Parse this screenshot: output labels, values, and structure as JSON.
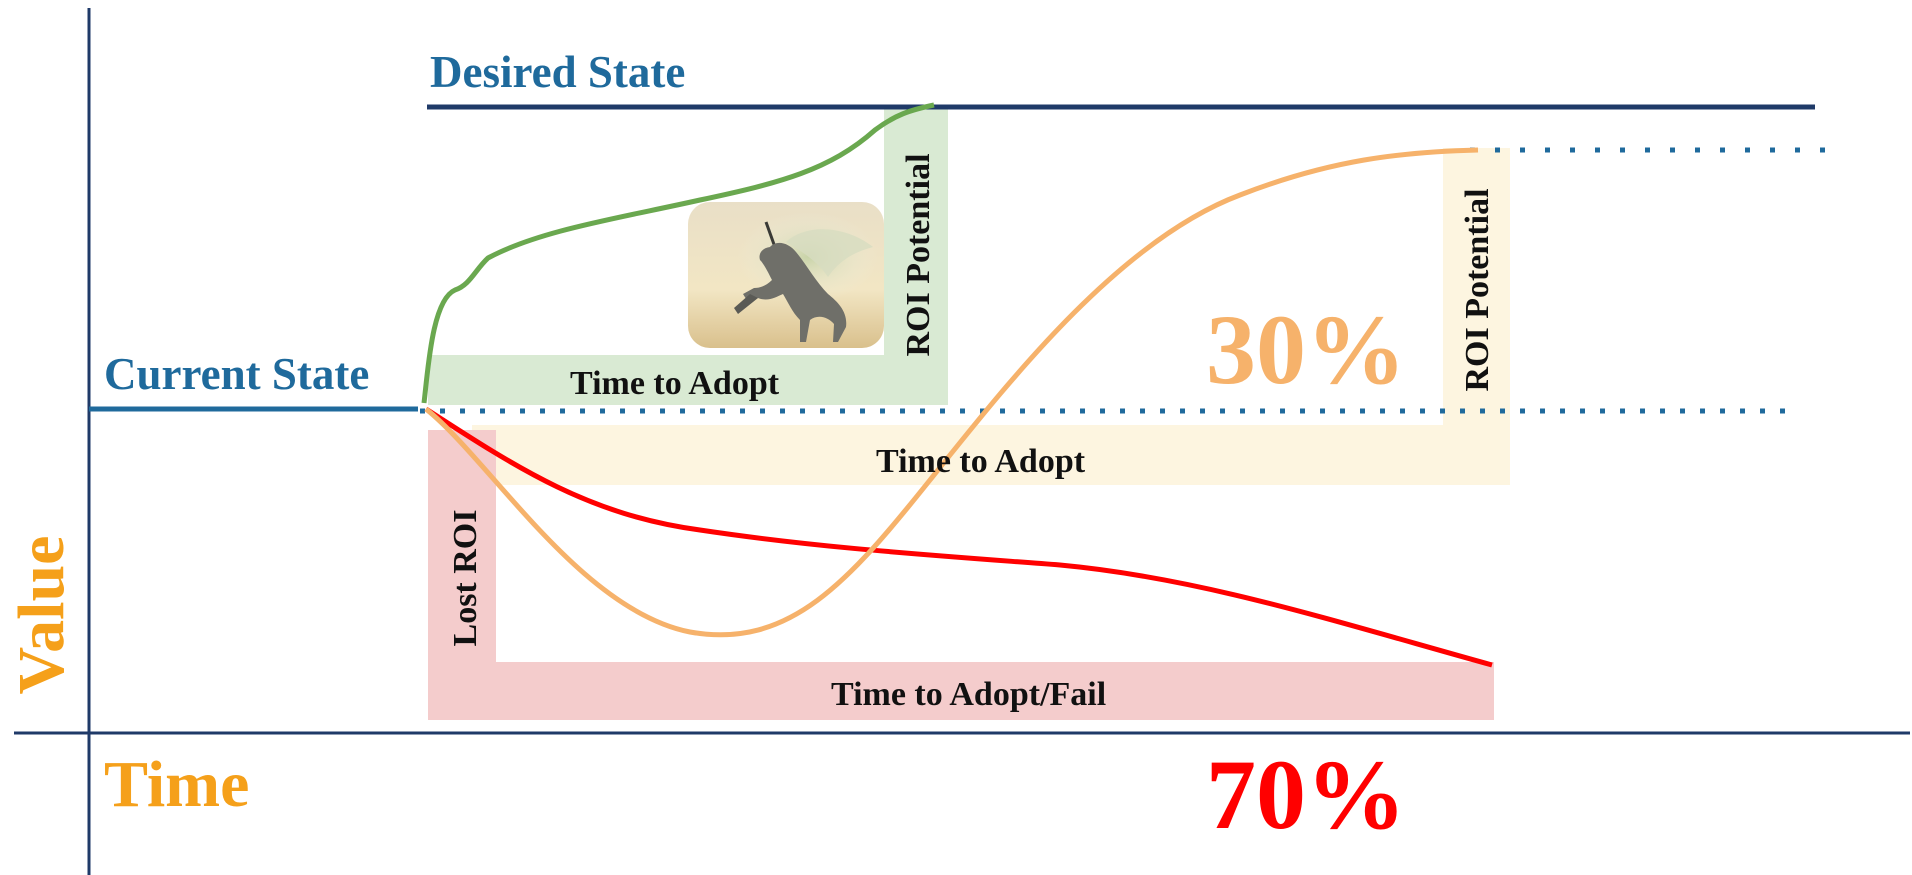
{
  "desired_state_label": "Desired  State",
  "current_state_label": "Current State",
  "axis": {
    "y_label": "Value",
    "x_label": "Time"
  },
  "adoption_paths": [
    {
      "id": "fast",
      "color": "#6aa84f",
      "bar_color": "#d9ead3",
      "time_label": "Time to Adopt",
      "roi_label": "ROI Potential"
    },
    {
      "id": "slow",
      "color": "#f6b26b",
      "bar_color": "#fdf5e0",
      "time_label": "Time to Adopt",
      "roi_label": "ROI Potential",
      "percentage": "30%"
    },
    {
      "id": "fail",
      "color": "#ff0000",
      "bar_color": "#f4cccc",
      "time_label": "Time to Adopt/Fail",
      "roi_label": "Lost ROI",
      "percentage": "70%"
    }
  ],
  "colors": {
    "axis": "#1f3a68",
    "desired_line": "#1f3a68",
    "current_line": "#1f6a9c",
    "dotted": "#1f6a9c"
  },
  "image": {
    "icon": "unicorn-icon"
  }
}
